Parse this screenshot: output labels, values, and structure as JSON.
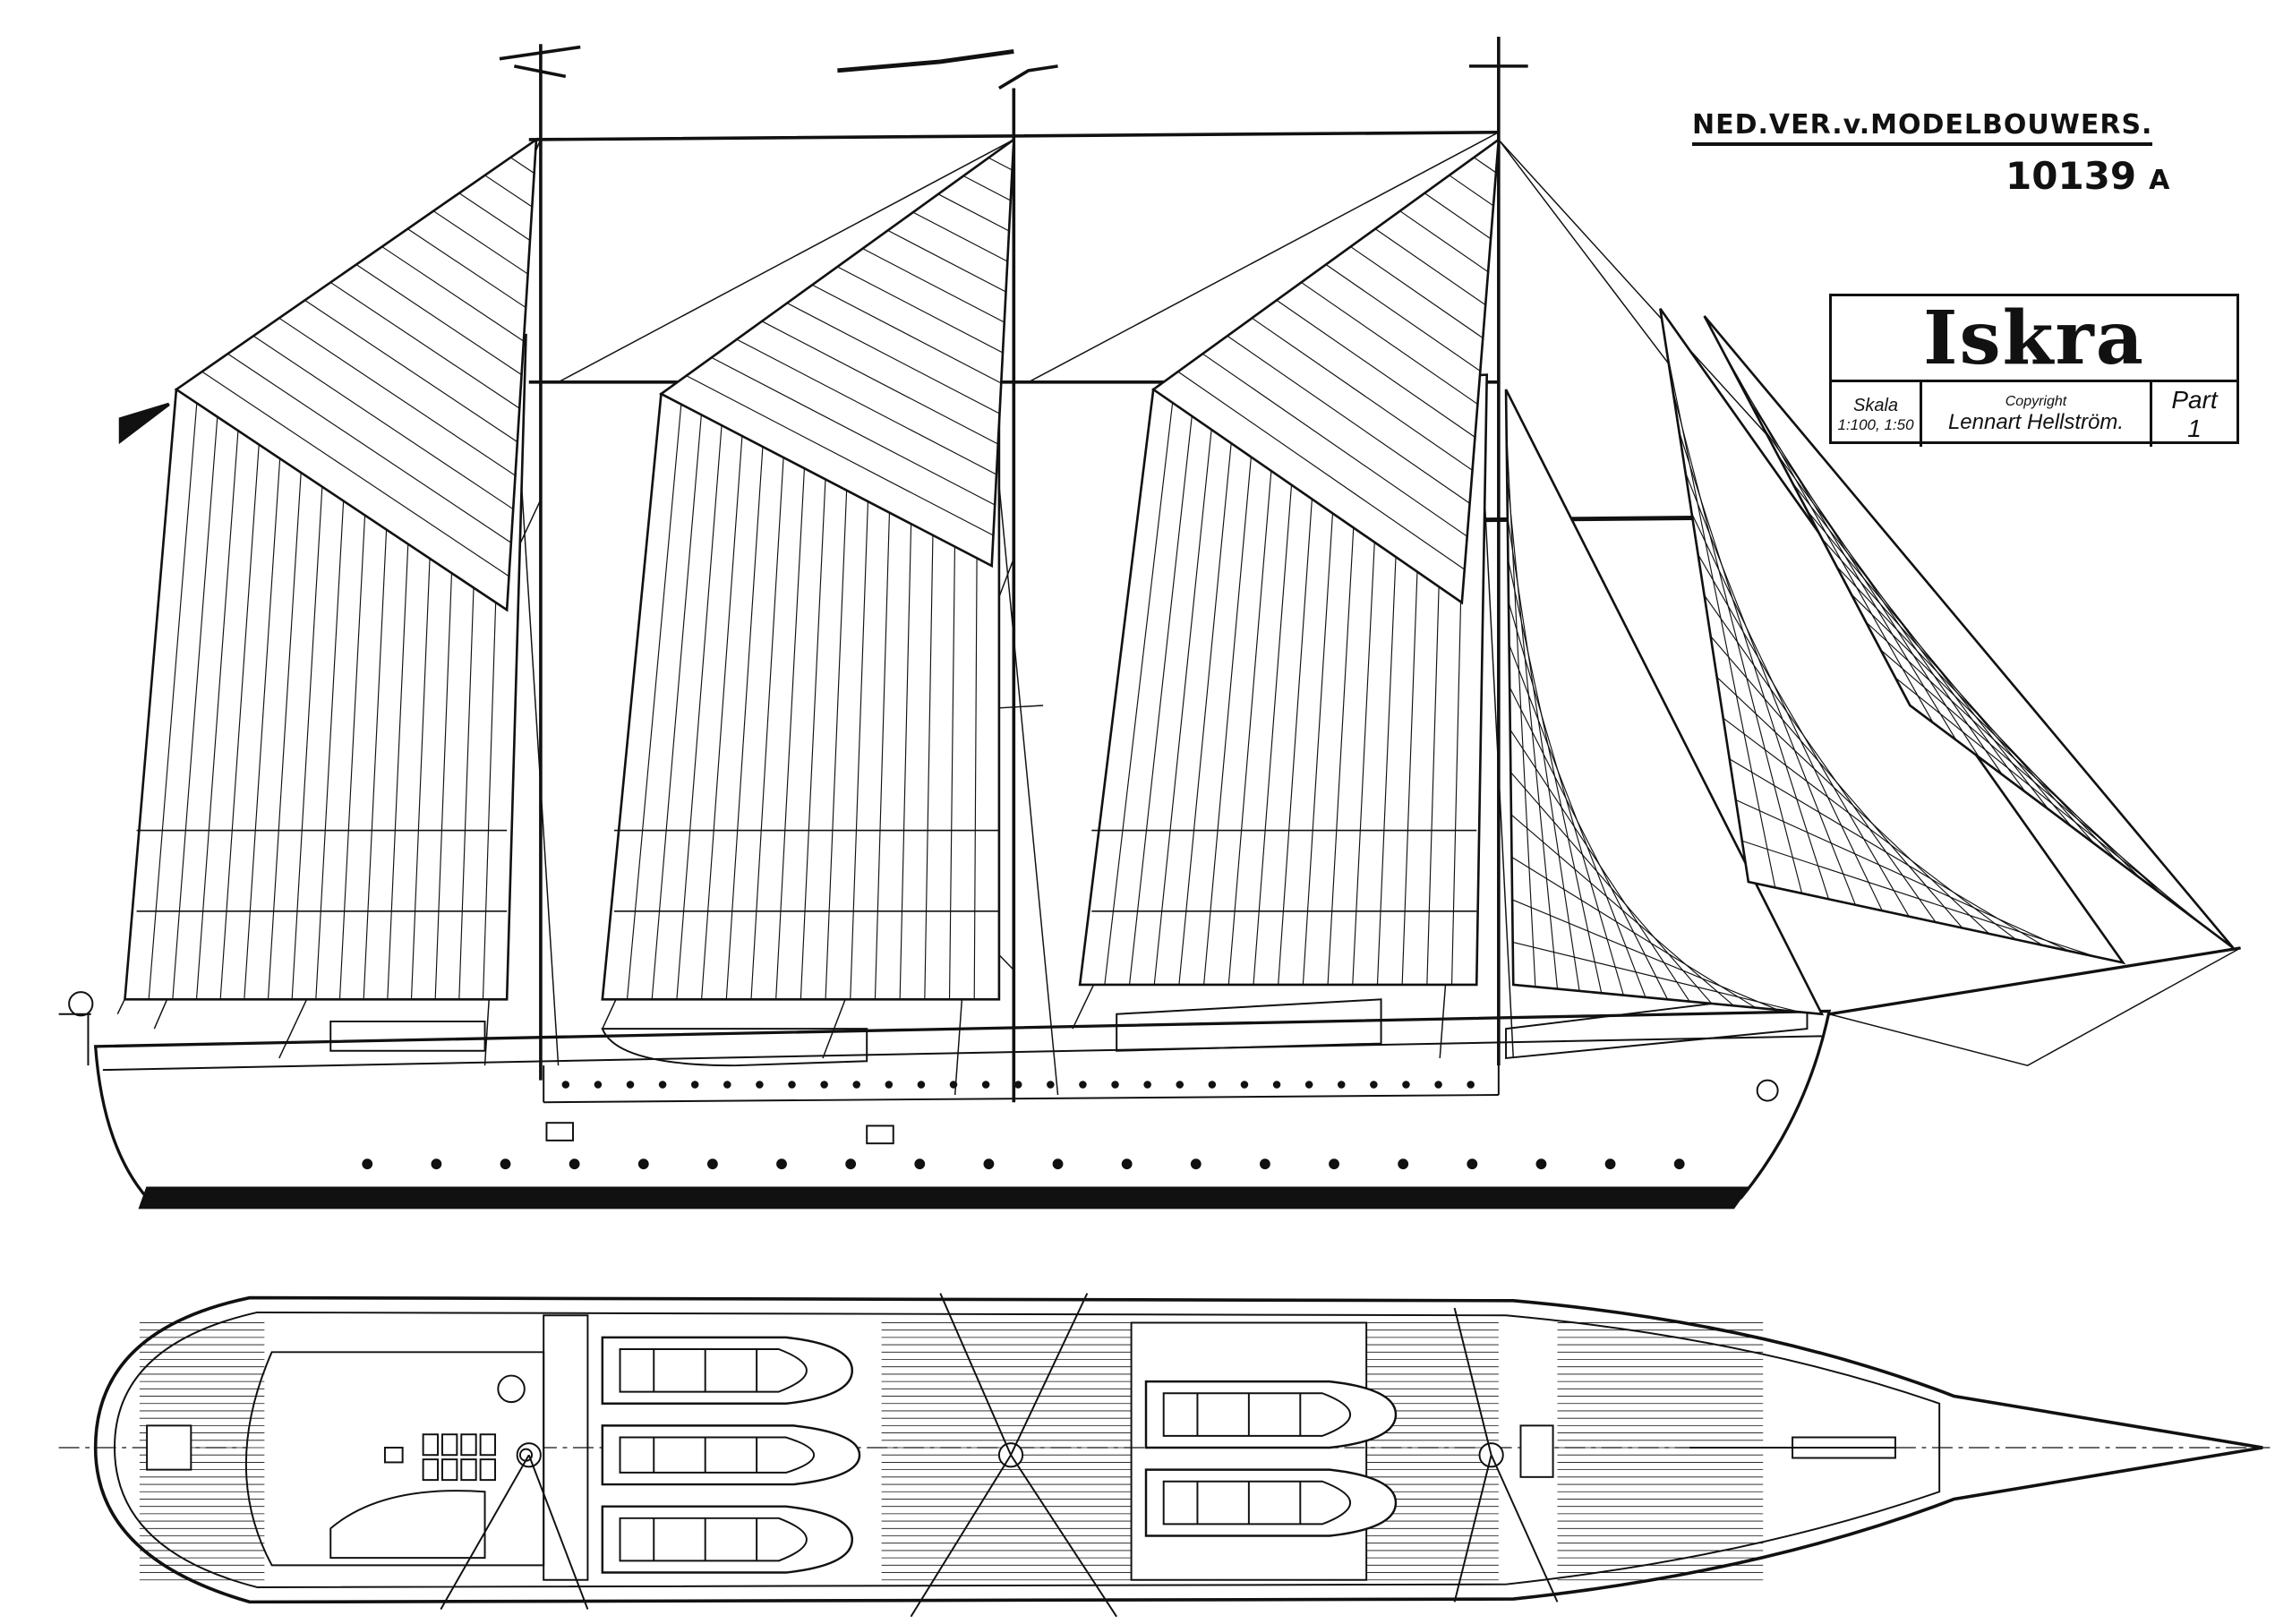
{
  "header": {
    "organization": "NED.VER.v.MODELBOUWERS.",
    "drawing_number": "10139",
    "drawing_suffix": "A"
  },
  "title_block": {
    "title": "Iskra",
    "scale_label": "Skala",
    "scale_value": "1:100, 1:50",
    "copyright_label": "Copyright",
    "author": "Lennart Hellström.",
    "part_label": "Part",
    "part_number": "1"
  },
  "colors": {
    "ink": "#111111",
    "paper": "#ffffff"
  }
}
